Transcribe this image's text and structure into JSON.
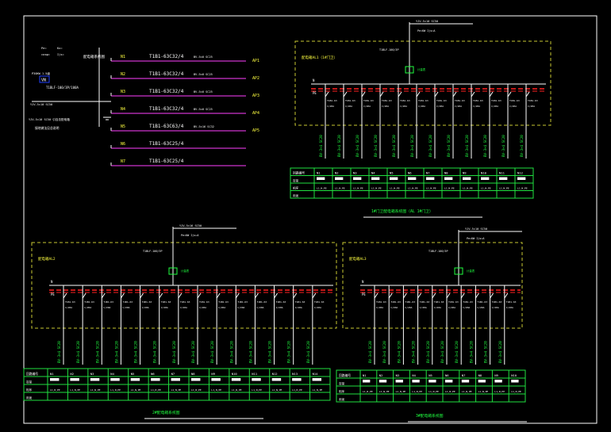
{
  "colors": {
    "background": "#000000",
    "frame": "#ffffff",
    "busbar": "#ff2020",
    "boundary": "#c8c832",
    "cable": "#20ff40",
    "tableGrid": "#20e040",
    "label": "#ffffff",
    "magentaLine": "#ff40ff",
    "yellowText": "#ffff40",
    "cyan": "#40ffff",
    "blueBox": "#2040ff"
  },
  "legend": {
    "title": "配电箱系统图",
    "incoming_lines": [
      "Pe=",
      "Kx=",
      "cosφ=",
      "Ijs="
    ],
    "breaker": "T1BLF-100/3P/100A",
    "cable_in": "YJV-5×10 SC50",
    "ground_label": "接地做法见总说明",
    "circuits": [
      {
        "no": "N1",
        "breaker": "T1B1-63C32/4",
        "cable": "BV-5×6 SC25",
        "load": "AP1"
      },
      {
        "no": "N2",
        "breaker": "T1B1-63C32/4",
        "cable": "BV-5×6 SC25",
        "load": "AP2"
      },
      {
        "no": "N3",
        "breaker": "T1B1-63C32/4",
        "cable": "BV-5×6 SC25",
        "load": "AP3"
      },
      {
        "no": "N4",
        "breaker": "T1B1-63C32/4",
        "cable": "BV-5×6 SC25",
        "load": "AP4"
      },
      {
        "no": "N5",
        "breaker": "T1B1-63C63/4",
        "cable": "BV-5×16 SC32",
        "load": "AP5"
      },
      {
        "no": "N6",
        "breaker": "T1B1-63C25/4",
        "cable": "",
        "load": ""
      },
      {
        "no": "N7",
        "breaker": "T1B1-63C25/4",
        "cable": "",
        "load": ""
      }
    ]
  },
  "diagrams": [
    {
      "caption": "1#门卫配电箱系统图（AL 1#门卫）",
      "box_label": "配电箱AL1（1#门卫）",
      "feed_label": "YJV-5×10 SC50",
      "circuit_count": 12,
      "table_headers": [
        "回路编号",
        "N1",
        "N2",
        "N3",
        "N4",
        "N5",
        "N6",
        "N7",
        "N8",
        "N9",
        "N10",
        "N11",
        "N12"
      ]
    },
    {
      "caption": "2#配电箱系统图",
      "box_label": "配电箱AL2",
      "feed_label": "YJV-5×16 SC50",
      "circuit_count": 14,
      "table_headers": [
        "回路编号",
        "N1",
        "N2",
        "N3",
        "N4",
        "N5",
        "N6",
        "N7",
        "N8",
        "N9",
        "N10",
        "N11",
        "N12",
        "N13",
        "N14"
      ]
    },
    {
      "caption": "3#配电箱系统图",
      "box_label": "配电箱AL3",
      "feed_label": "YJV-5×10 SC50",
      "circuit_count": 10,
      "table_headers": [
        "回路编号",
        "N1",
        "N2",
        "N3",
        "N4",
        "N5",
        "N6",
        "N7",
        "N8",
        "N9",
        "N10"
      ]
    }
  ]
}
